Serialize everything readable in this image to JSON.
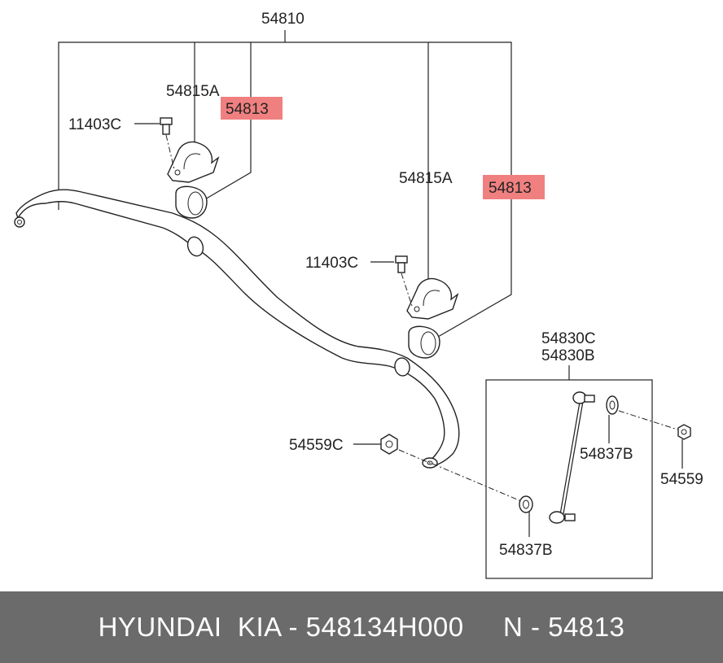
{
  "labels": {
    "assembly": "54810",
    "bracket_left": "54815A",
    "bushing_left": "54813",
    "bolt_left": "11403C",
    "bracket_right": "54815A",
    "bushing_right": "54813",
    "bolt_right": "11403C",
    "link_upper": "54830C",
    "link_lower": "54830B",
    "nut_bar": "54559C",
    "washer_upper": "54837B",
    "nut_upper": "54559",
    "washer_lower": "54837B"
  },
  "colors": {
    "highlight": "#f08080",
    "footer_bg": "#6b6b6b",
    "footer_text": "#ffffff"
  },
  "footer": {
    "text": "HYUNDAI  KIA - 548134H000     N - 54813"
  }
}
